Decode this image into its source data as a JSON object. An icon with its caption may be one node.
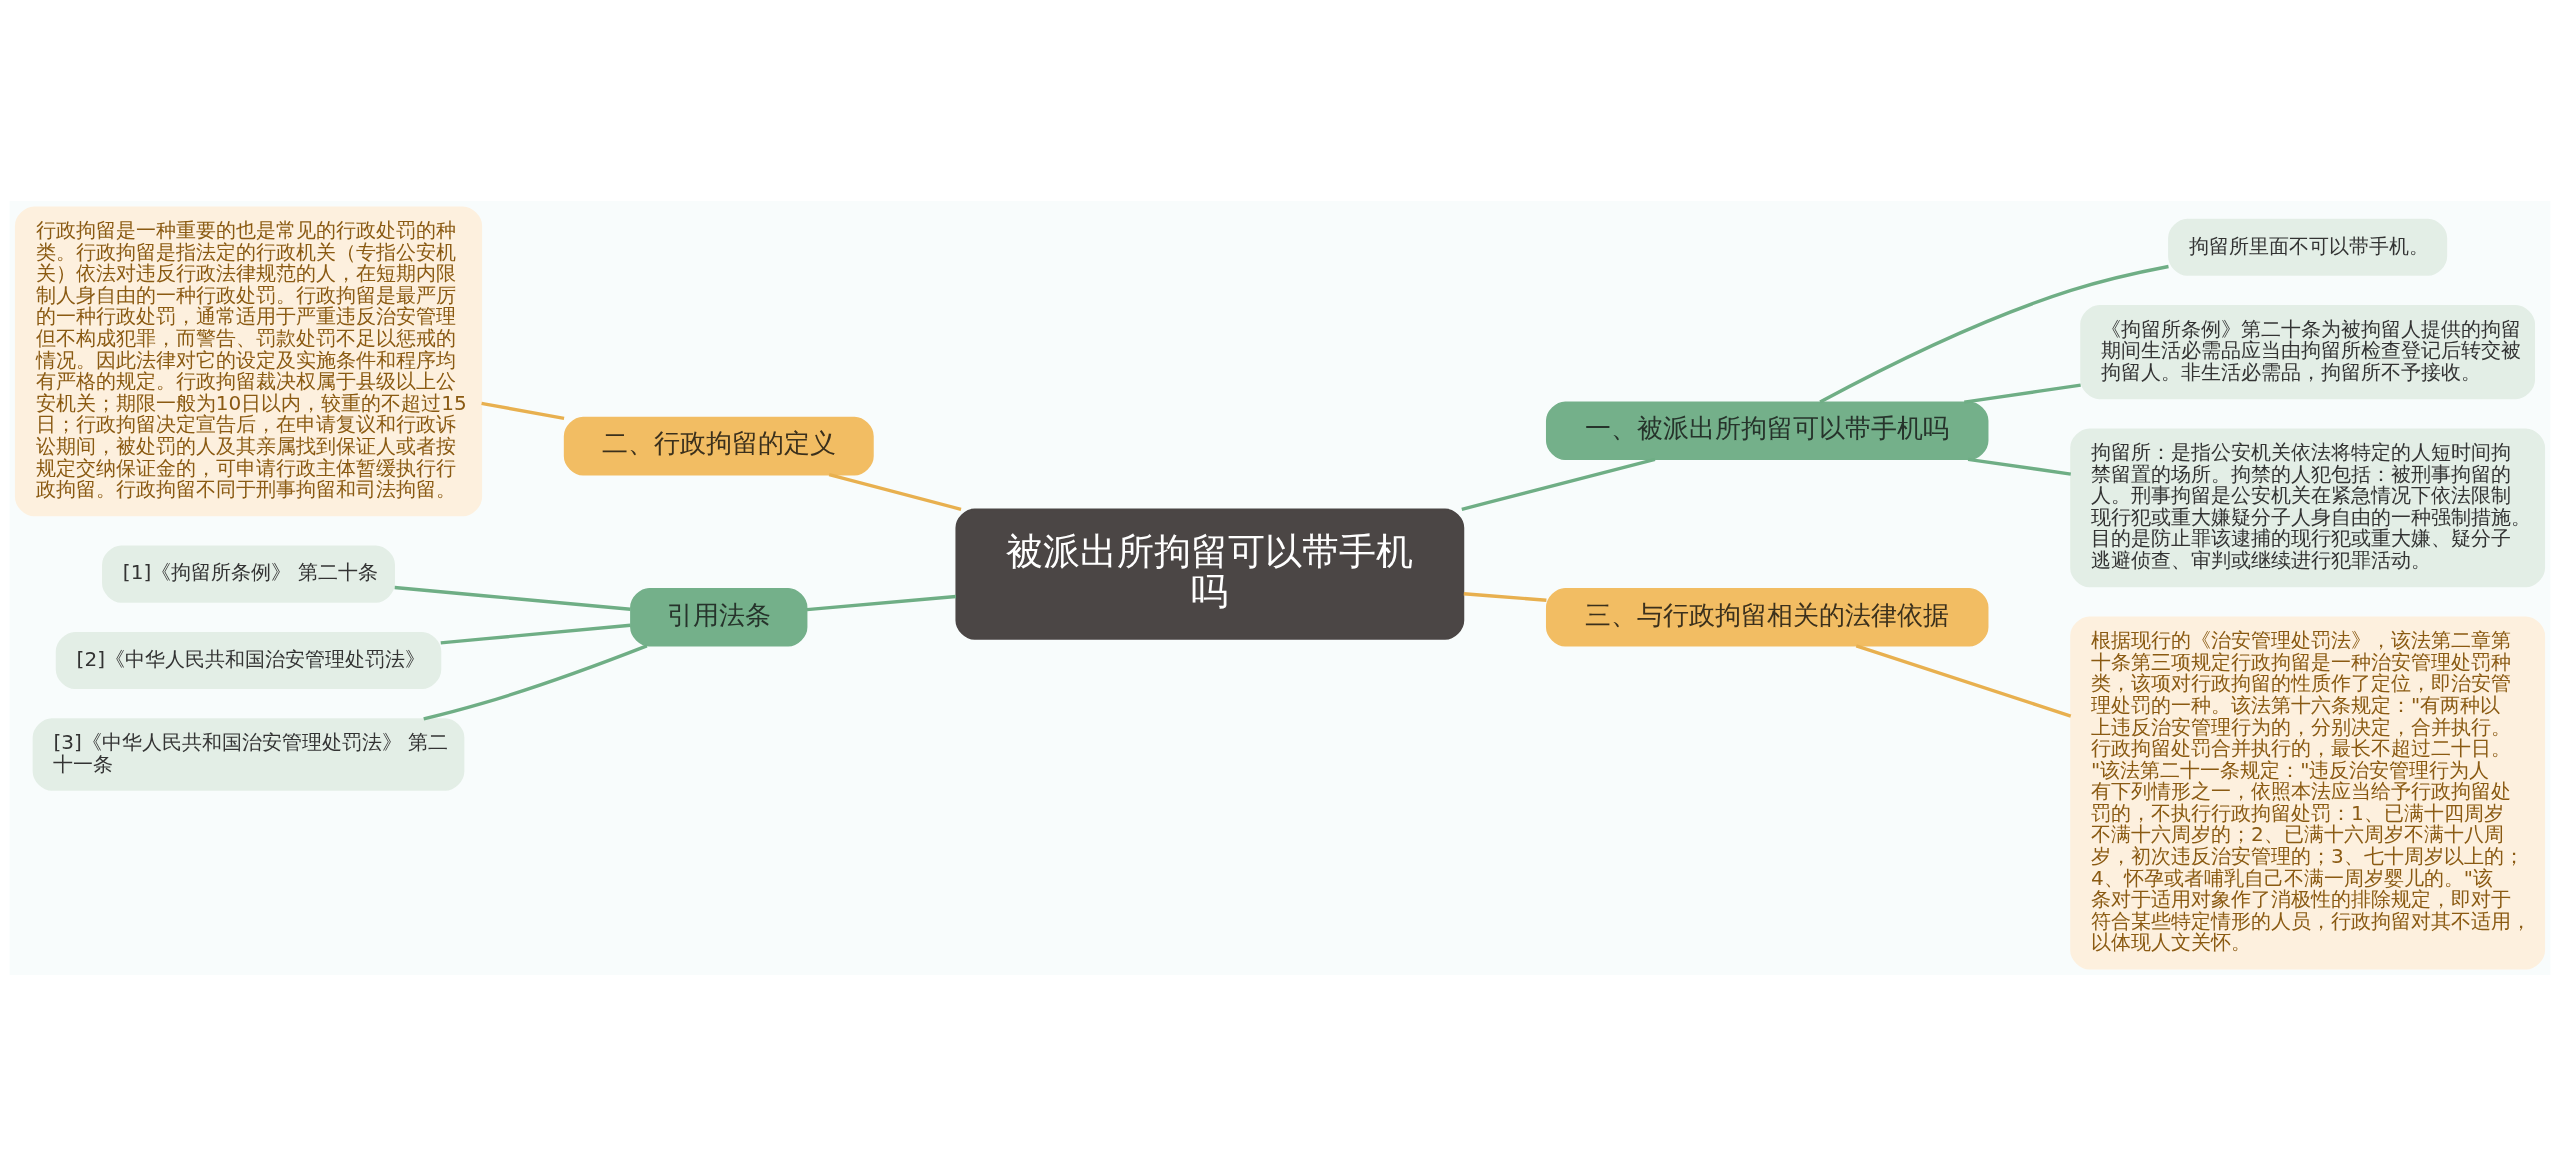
{
  "diagram": {
    "nodes": [
      {
        "text": [
          "被派出所拘留可以带手机吗"
        ]
      },
      {
        "text": [
          "一、被派出所拘留可以带手机吗"
        ]
      },
      {
        "text": [
          "拘留所里面不可以带手机。"
        ]
      },
      {
        "text": [
          "《拘留所条例》第二十条为被拘留人提供的拘留期间生活必需品应当由拘留所检查登记后转交被拘留人。非生活必需品，拘留所不予接收。"
        ]
      },
      {
        "text": [
          "拘留所：是指公安机关依法将特定的人短时间拘禁留置的场所。拘禁的人犯包括：被刑事拘留的人。刑事拘留是公安机关在紧急情况下依法限制现行犯或重大嫌疑分子人身自由的一种强制措施。目的是防止罪该逮捕的现行犯或重大嫌、疑分子逃避侦查、审判或继续进行犯罪活动。"
        ]
      },
      {
        "text": [
          "二、行政拘留的定义"
        ]
      },
      {
        "text": [
          "行政拘留是一种重要的也是常见的行政处罚的种类。行政拘留是指法定的行政机关（专指公安机关）依法对违反行政法律规范的人，在短期内限制人身自由的一种行政处罚。行政拘留是最严厉的一种行政处罚，通常适用于严重违反治安管理但不构成犯罪，而警告、罚款处罚不足以惩戒的情况。因此法律对它的设定及实施条件和程序均有严格的规定。行政拘留裁决权属于县级以上公安机关；期限一般为10日以内，较重的不超过15日；行政拘留决定宣告后，在申请复议和行政诉讼期间，被处罚的人及其亲属找到保证人或者按规定交纳保证金的，可申请行政主体暂缓执行行政拘留。行政拘留不同于刑事拘留和司法拘留。"
        ]
      },
      {
        "text": [
          "三、与行政拘留相关的法律依据"
        ]
      },
      {
        "text": [
          "根据现行的《治安管理处罚法》，该法第二章第十条第三项规定行政拘留是一种治安管理处罚种类，该项对行政拘留的性质作了定位，即治安管理处罚的一种。该法第十六条规定：\"有两种以上违反治安管理行为的，分别决定，合并执行。行政拘留处罚合并执行的，最长不超过二十日。\"该法第二十一条规定：\"违反治安管理行为人有下列情形之一，依照本法应当给予行政拘留处罚的，不执行行政拘留处罚：1、已满十四周岁不满十六周岁的；2、已满十六周岁不满十八周岁，初次违反治安管理的；3、七十周岁以上的；4、怀孕或者哺乳自己不满一周岁婴儿的。\"该条对于适用对象作了消极性的排除规定，即对于符合某些特定情形的人员，行政拘留对其不适用，以体现人文关怀。"
        ]
      },
      {
        "text": [
          "引用法条"
        ]
      },
      {
        "text": [
          "[1]《拘留所条例》 第二十条"
        ]
      },
      {
        "text": [
          "[2]《中华人民共和国治安管理处罚法》"
        ]
      },
      {
        "text": [
          "[3]《中华人民共和国治安管理处罚法》 第二十一条"
        ]
      }
    ],
    "edges": [
      {
        "from": 0,
        "to": 1,
        "arrow": "none"
      },
      {
        "from": 1,
        "to": 2,
        "arrow": "none"
      },
      {
        "from": 1,
        "to": 3,
        "arrow": "none"
      },
      {
        "from": 1,
        "to": 4,
        "arrow": "none"
      },
      {
        "from": 0,
        "to": 5,
        "arrow": "none",
        "color": "#e8b04f"
      },
      {
        "from": 5,
        "to": 6,
        "arrow": "none",
        "color": "#e8b04f"
      },
      {
        "from": 0,
        "to": 7,
        "arrow": "none",
        "color": "#e8b04f"
      },
      {
        "from": 7,
        "to": 8,
        "arrow": "none",
        "color": "#e8b04f"
      },
      {
        "from": 0,
        "to": 9,
        "arrow": "none"
      },
      {
        "from": 9,
        "to": 10,
        "arrow": "none"
      },
      {
        "from": 9,
        "to": 11,
        "arrow": "none"
      },
      {
        "from": 9,
        "to": 12,
        "arrow": "none"
      }
    ]
  }
}
